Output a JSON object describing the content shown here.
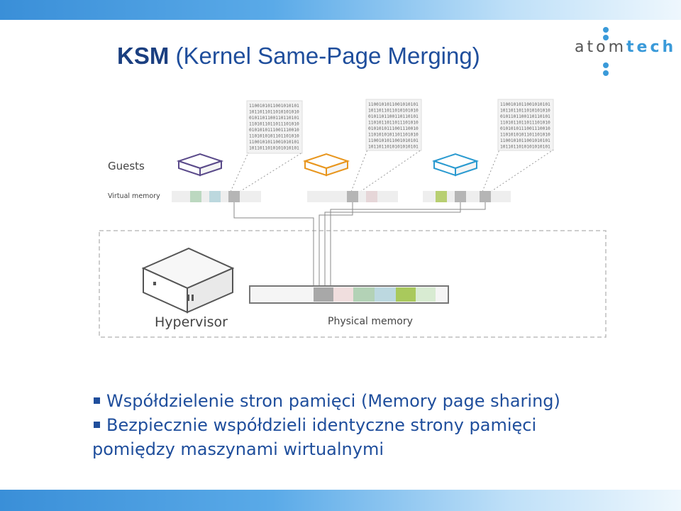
{
  "slide": {
    "title_acronym": "KSM",
    "title_rest": "(Kernel Same-Page Merging)"
  },
  "logo": {
    "text_a": "atom",
    "text_b": "tech",
    "accent_color": "#3a9ad9"
  },
  "diagram": {
    "guests_label": "Guests",
    "virtual_memory_label": "Virtual memory",
    "hypervisor_label": "Hypervisor",
    "physical_memory_label": "Physical memory",
    "guest_colors": [
      "#5a4a8a",
      "#e8961e",
      "#2a9ad0"
    ],
    "binary_blocks": [
      [
        "1100101011001010101",
        "1011011011010101010",
        "0101101100110110101",
        "1101011011011101010",
        "0101010111001110010",
        "1101010101101101010",
        "1100101011001010101",
        "1011011010101010101"
      ],
      [
        "1100101011001010101",
        "1011011011010101010",
        "0101101100110110101",
        "1101011011011101010",
        "0101010111001110010",
        "1101010101101101010",
        "1100101011001010101",
        "1011011010101010101"
      ],
      [
        "1100101011001010101",
        "1011011011010101010",
        "0101101100110110101",
        "1101011011011101010",
        "0101010111001110010",
        "1101010101101101010",
        "1100101011001010101",
        "1011011010101010101"
      ]
    ]
  },
  "bullets": [
    {
      "text": "Współdzielenie stron pamięci (Memory page sharing)"
    },
    {
      "text": "Bezpiecznie współdzieli identyczne strony pamięci",
      "cont": "pomiędzy maszynami wirtualnymi"
    }
  ]
}
